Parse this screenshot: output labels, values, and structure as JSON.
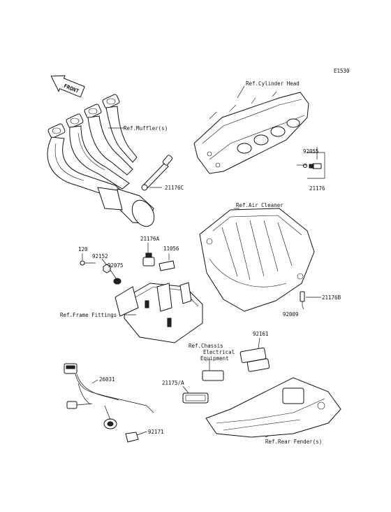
{
  "diagram": {
    "code": "E1530",
    "front_label": "FRONT",
    "refs": {
      "cylinder_head": "Ref.Cylinder Head",
      "muffler": "Ref.Muffler(s)",
      "air_cleaner": "Ref.Air Cleaner",
      "frame_fittings": "Ref.Frame Fittings",
      "chassis_line1": "Ref.Chassis",
      "chassis_line2": "Electrical",
      "chassis_line3": "Equipment",
      "rear_fender": "Ref.Rear Fender(s)"
    },
    "parts": {
      "p92055": "92055",
      "p21176": "21176",
      "p21176C": "21176C",
      "p21176A": "21176A",
      "p11056": "11056",
      "p120": "120",
      "p92152": "92152",
      "p92075": "92075",
      "p21176B": "21176B",
      "p92009": "92009",
      "p92161": "92161",
      "p21175A": "21175/A",
      "p26031": "26031",
      "p92171": "92171"
    }
  }
}
